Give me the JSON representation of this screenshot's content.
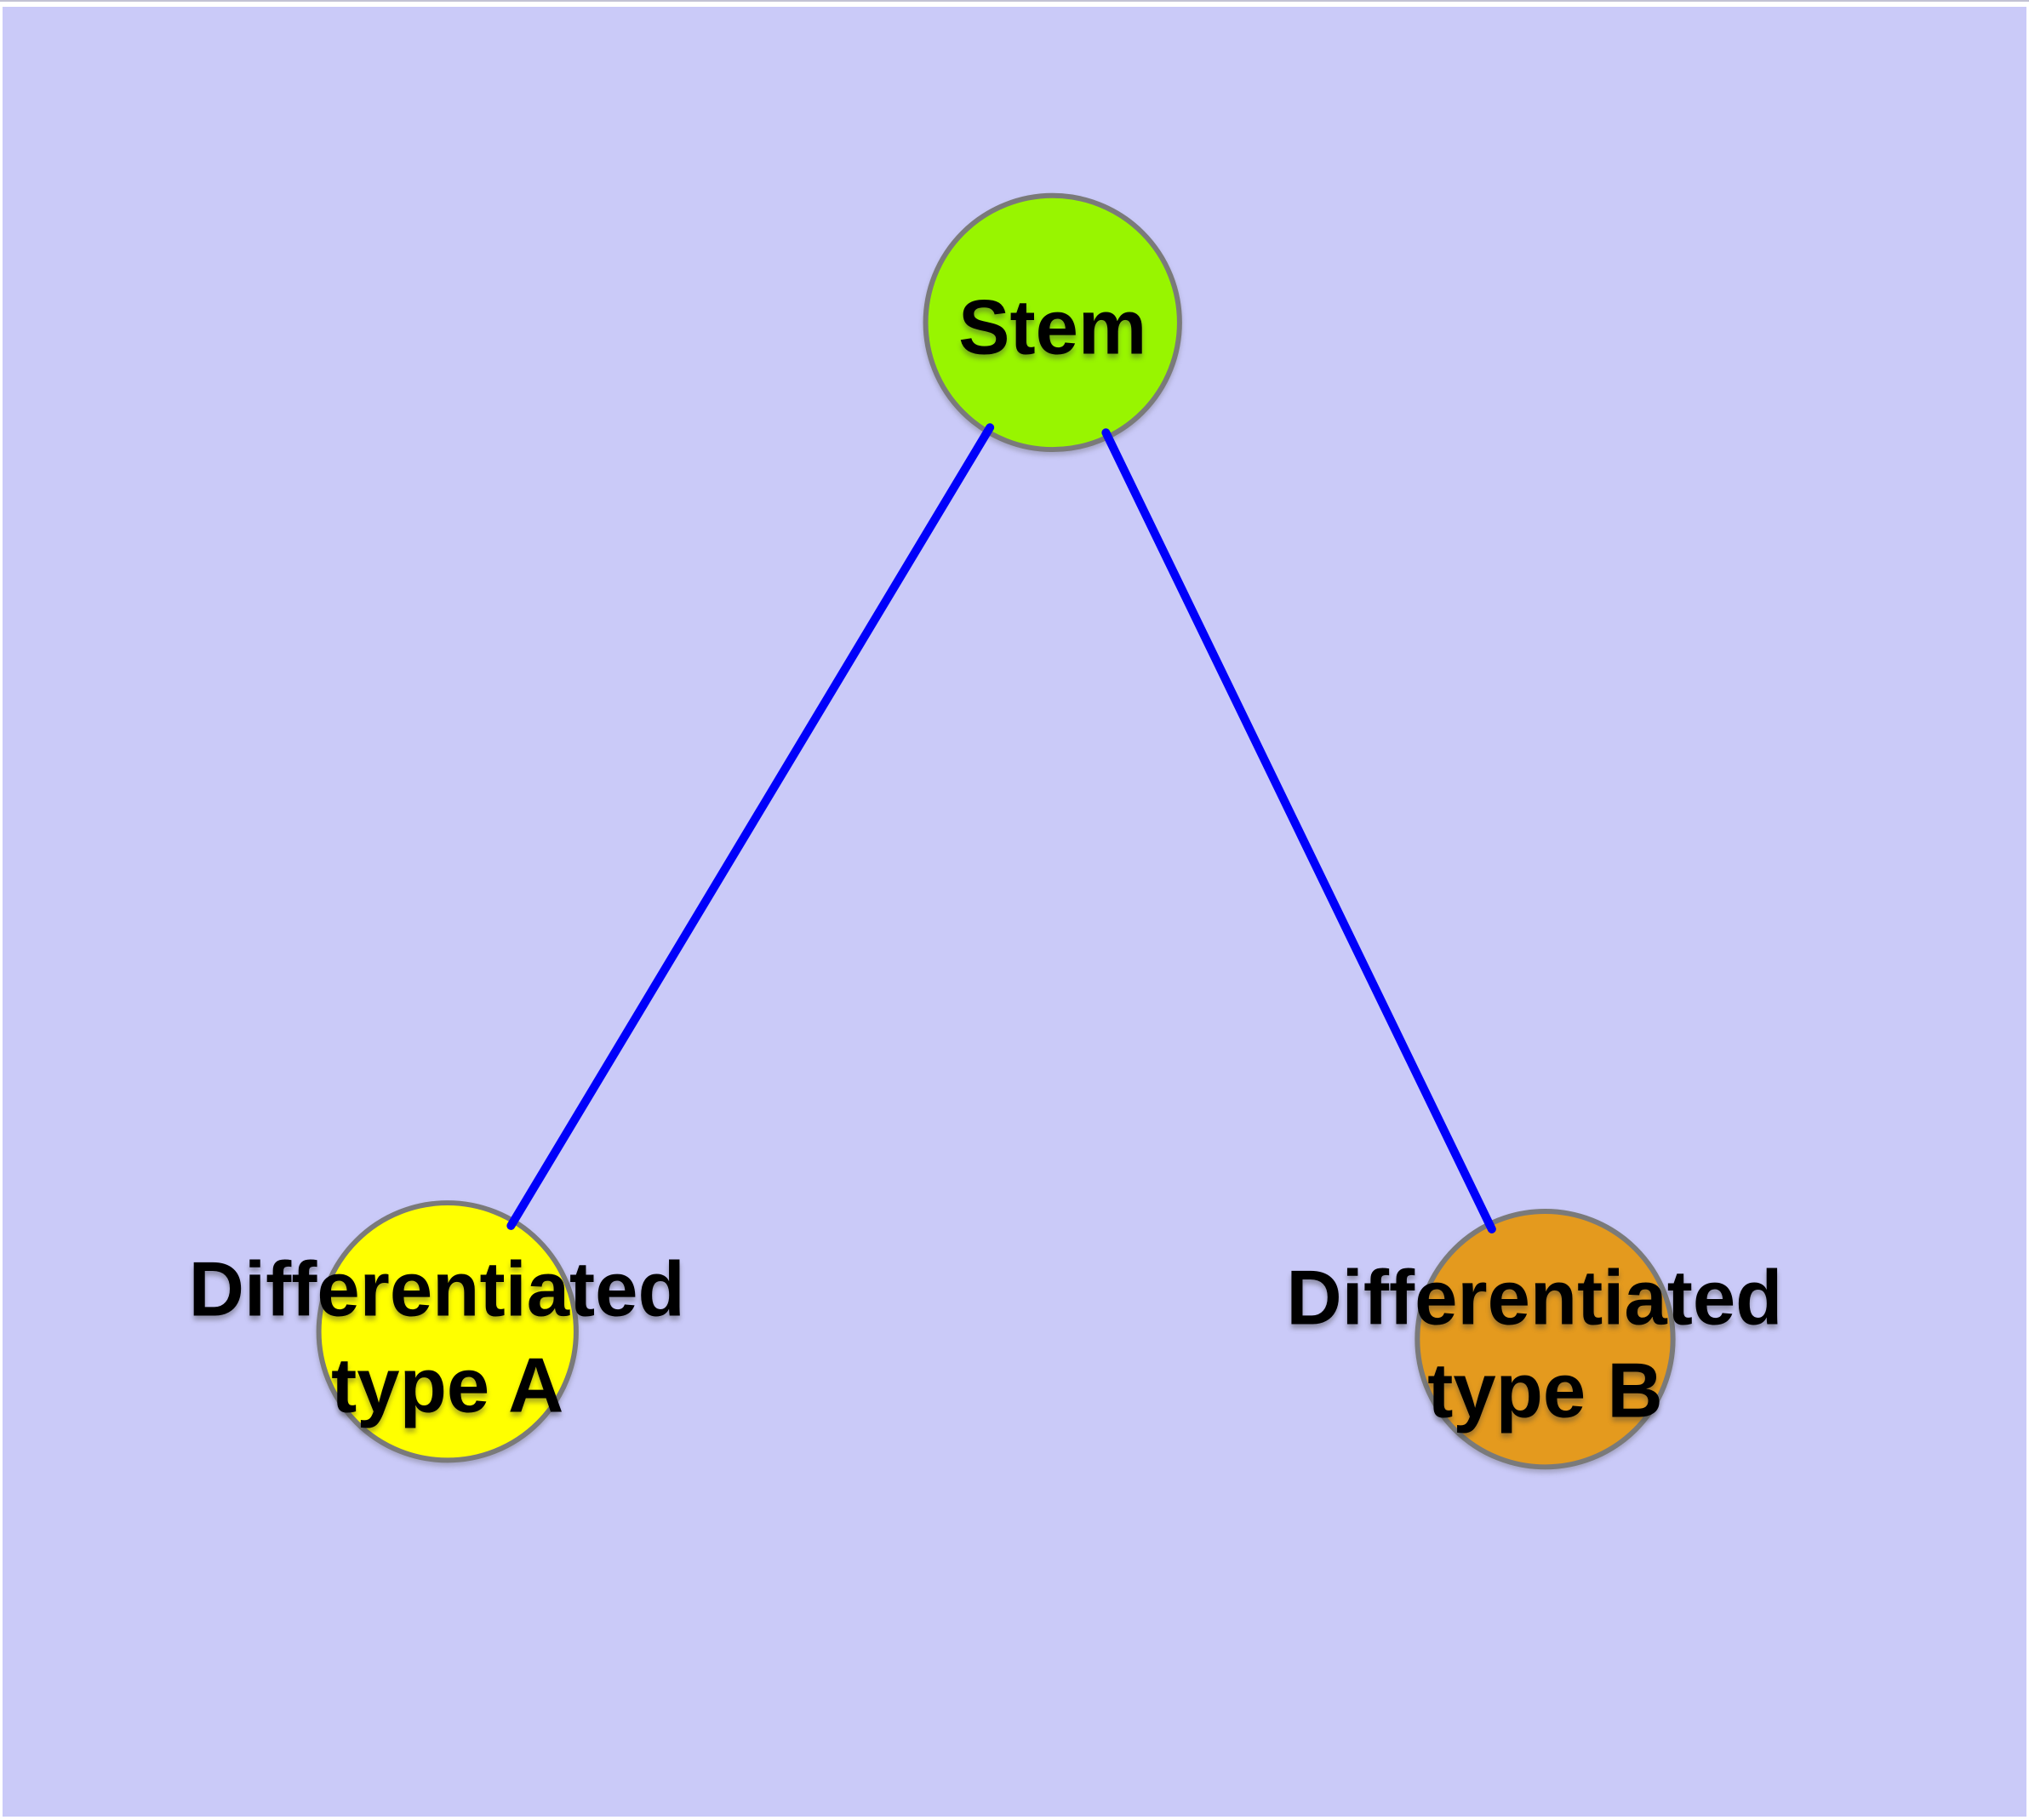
{
  "diagram": {
    "background_color": "#CACAF8",
    "frame_color": "#ffffff",
    "edge_color": "#0000FA",
    "node_border_color": "#7A7A7A",
    "label_color": "#000000",
    "nodes": [
      {
        "id": "stem",
        "label": "Stem",
        "label_lines": [
          "Stem"
        ],
        "color": "#98F500"
      },
      {
        "id": "differentiated-type-a",
        "label": "Differentiated type A",
        "label_lines": [
          "Differentiated",
          "type A"
        ],
        "color": "#FFFF00"
      },
      {
        "id": "differentiated-type-b",
        "label": "Differentiated type B",
        "label_lines": [
          "Differentiated",
          "type B"
        ],
        "color": "#E49A1E"
      }
    ],
    "edges": [
      {
        "from": "stem",
        "to": "differentiated-type-a"
      },
      {
        "from": "stem",
        "to": "differentiated-type-b"
      }
    ]
  }
}
